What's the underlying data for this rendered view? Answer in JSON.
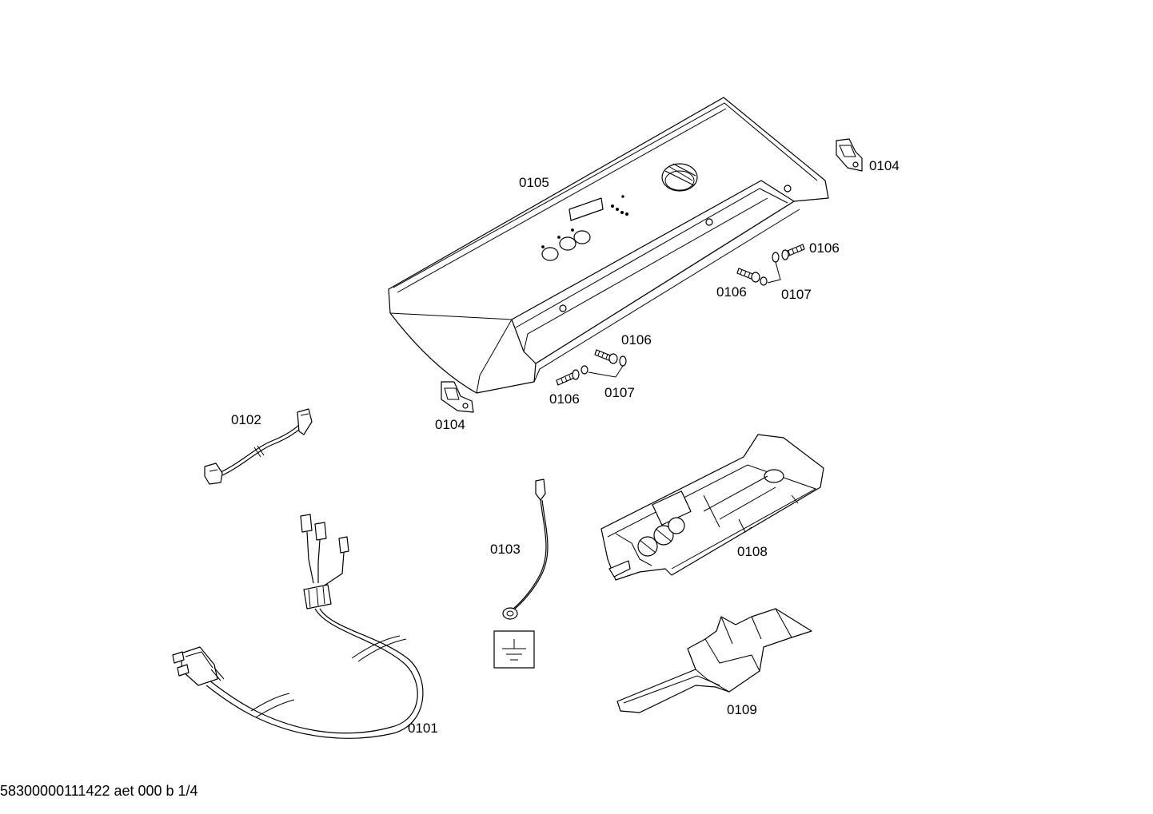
{
  "labels": {
    "p0105": "0105",
    "p0104_top": "0104",
    "p0104_bottom": "0104",
    "p0106_a": "0106",
    "p0106_b": "0106",
    "p0106_c": "0106",
    "p0106_d": "0106",
    "p0107_a": "0107",
    "p0107_b": "0107",
    "p0102": "0102",
    "p0103": "0103",
    "p0108": "0108",
    "p0109": "0109",
    "p0101": "0101"
  },
  "footer": "58300000111422 aet 000 b 1/4"
}
